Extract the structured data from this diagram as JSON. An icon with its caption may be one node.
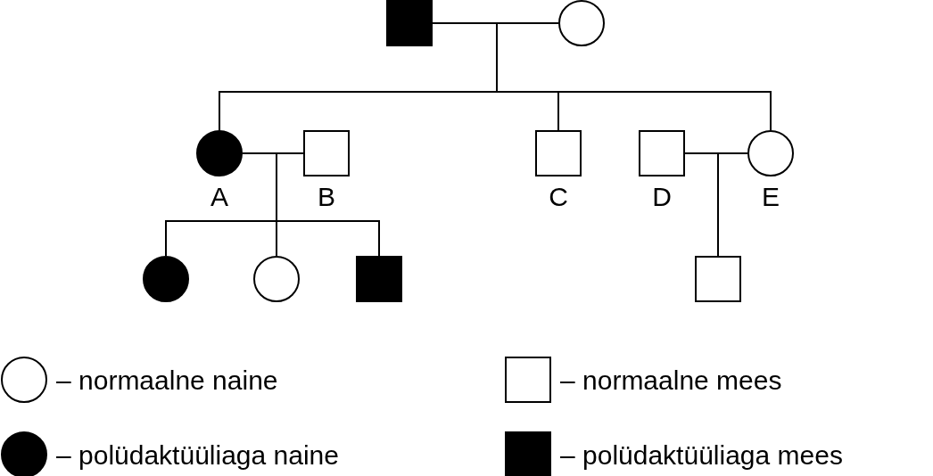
{
  "diagram": {
    "nodes": [
      {
        "text": [],
        "shape": "filled-box"
      },
      {
        "text": [],
        "shape": "circle"
      },
      {
        "text": [],
        "shape": "filled-circle",
        "beside": [
          "A"
        ]
      },
      {
        "text": [],
        "shape": "box",
        "beside": [
          "B"
        ]
      },
      {
        "text": [],
        "shape": "box",
        "beside": [
          "C"
        ]
      },
      {
        "text": [],
        "shape": "box",
        "beside": [
          "D"
        ]
      },
      {
        "text": [],
        "shape": "circle",
        "beside": [
          "E"
        ]
      },
      {
        "text": [],
        "shape": "filled-circle"
      },
      {
        "text": [],
        "shape": "circle"
      },
      {
        "text": [],
        "shape": "filled-box"
      },
      {
        "text": [],
        "shape": "box"
      }
    ],
    "edges": [
      {
        "from": 0,
        "to": 1,
        "arrow": "none"
      },
      {
        "from": 0,
        "to": 2,
        "arrow": "none"
      },
      {
        "from": 1,
        "to": 2,
        "arrow": "none"
      },
      {
        "from": 0,
        "to": 4,
        "arrow": "none"
      },
      {
        "from": 1,
        "to": 4,
        "arrow": "none"
      },
      {
        "from": 0,
        "to": 6,
        "arrow": "none"
      },
      {
        "from": 1,
        "to": 6,
        "arrow": "none"
      },
      {
        "from": 2,
        "to": 3,
        "arrow": "none"
      },
      {
        "from": 2,
        "to": 7,
        "arrow": "none"
      },
      {
        "from": 3,
        "to": 7,
        "arrow": "none"
      },
      {
        "from": 2,
        "to": 8,
        "arrow": "none"
      },
      {
        "from": 3,
        "to": 8,
        "arrow": "none"
      },
      {
        "from": 2,
        "to": 9,
        "arrow": "none"
      },
      {
        "from": 3,
        "to": 9,
        "arrow": "none"
      },
      {
        "from": 5,
        "to": 6,
        "arrow": "none"
      },
      {
        "from": 5,
        "to": 10,
        "arrow": "none"
      },
      {
        "from": 6,
        "to": 10,
        "arrow": "none"
      }
    ],
    "legend": [
      {
        "text": "– normaalne naine"
      },
      {
        "text": "– normaalne mees"
      },
      {
        "text": "– polüdaktüüliaga naine"
      },
      {
        "text": "– polüdaktüüliaga mees"
      }
    ]
  }
}
